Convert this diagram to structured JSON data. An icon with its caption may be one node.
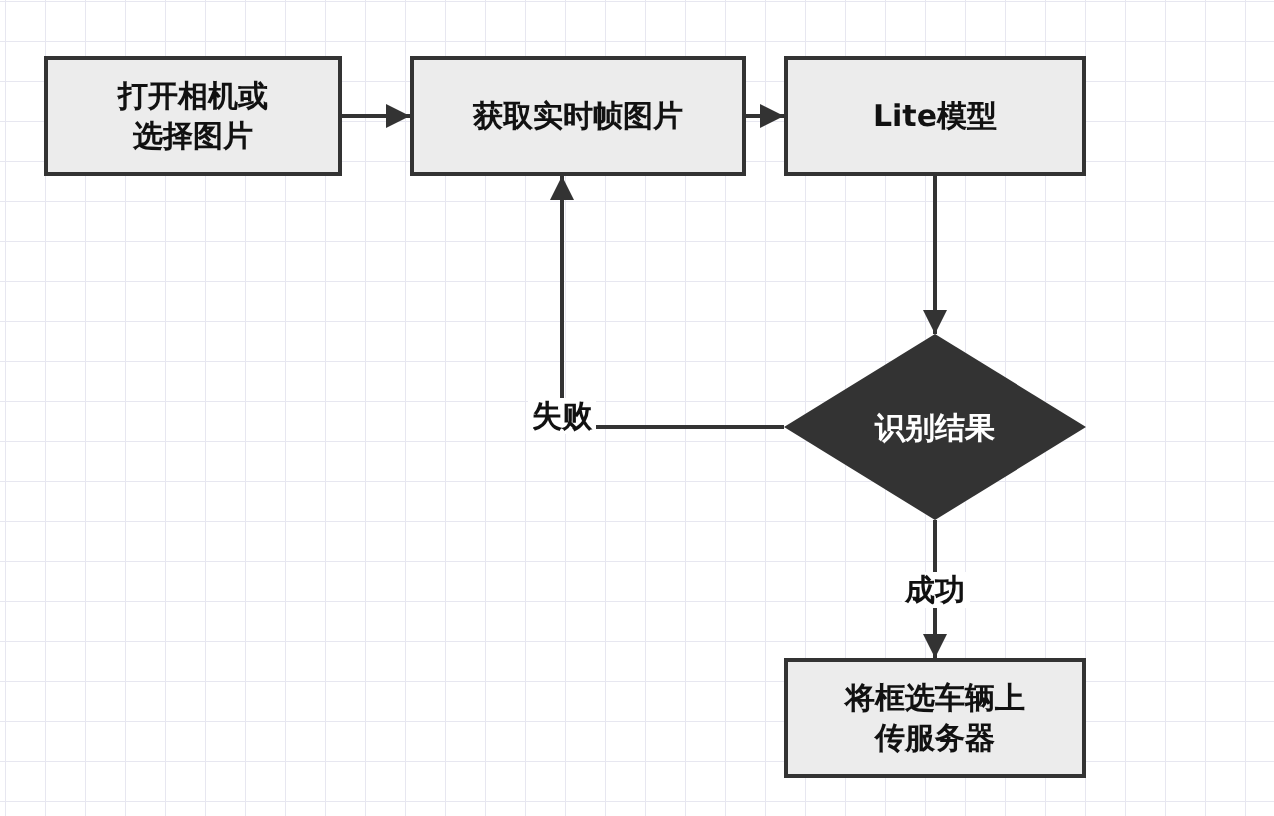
{
  "diagram": {
    "nodes": [
      {
        "text": [
          "打开相机或选择图片"
        ]
      },
      {
        "text": [
          "获取实时帧图片"
        ]
      },
      {
        "text": [
          "Lite模型"
        ]
      },
      {
        "text": [
          "识别结果"
        ]
      },
      {
        "text": [
          "将框选车辆上传服务器"
        ]
      }
    ],
    "edges": [
      {
        "from": 0,
        "to": 1,
        "arrow": "to"
      },
      {
        "from": 1,
        "to": 2,
        "arrow": "to"
      },
      {
        "from": 2,
        "to": 3,
        "arrow": "to"
      },
      {
        "from": 3,
        "to": 1,
        "label": "失败",
        "arrow": "to"
      },
      {
        "from": 3,
        "to": 4,
        "label": "成功",
        "arrow": "to"
      }
    ]
  }
}
